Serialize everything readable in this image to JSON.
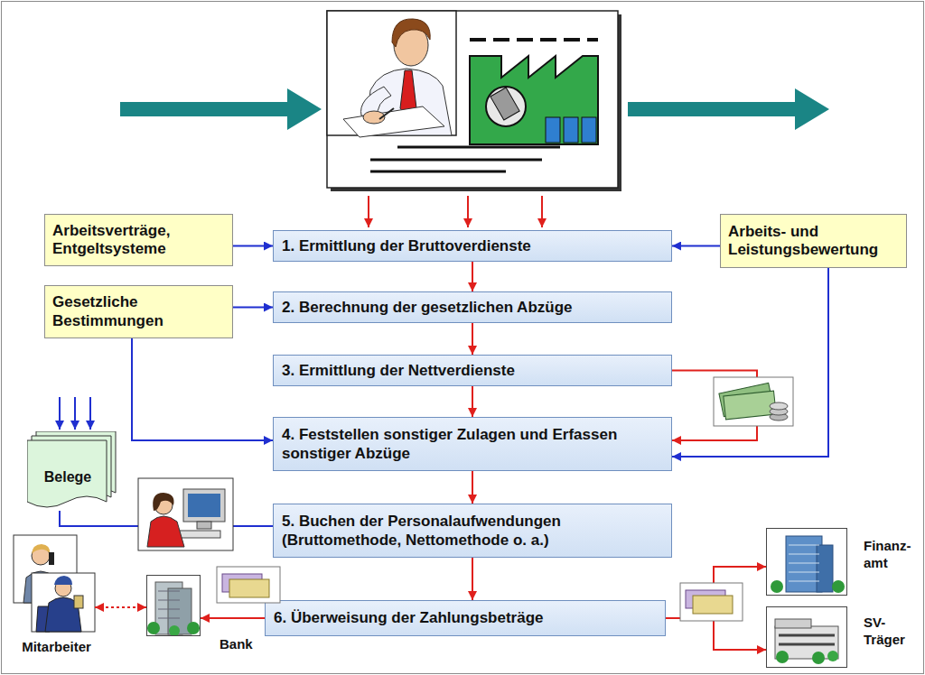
{
  "diagram": {
    "nodes": [
      {
        "text": [
          "Arbeitsverträge, Entgeltsysteme"
        ]
      },
      {
        "text": [
          "1. Ermittlung der Bruttoverdienste"
        ]
      },
      {
        "text": [
          "Arbeits- und Leistungsbewertung"
        ]
      },
      {
        "text": [
          "Gesetzliche Bestimmungen"
        ]
      },
      {
        "text": [
          "2. Berechnung der gesetzlichen Abzüge"
        ]
      },
      {
        "text": [
          "3. Ermittlung der Nettverdienste"
        ]
      },
      {
        "text": [
          "Belege"
        ]
      },
      {
        "text": [
          "4. Feststellen sonstiger Zulagen und Erfassen sonstiger Abzüge"
        ]
      },
      {
        "text": [
          "5. Buchen der Personalaufwendungen (Bruttomethode, Nettomethode o. a.)"
        ]
      },
      {
        "text": [
          "Finanz- amt"
        ]
      },
      {
        "text": [
          "Mitarbeiter"
        ]
      },
      {
        "text": [
          "Bank"
        ]
      },
      {
        "text": [
          "6. Überweisung der Zahlungsbeträge"
        ]
      },
      {
        "text": [
          "SV- Träger"
        ]
      }
    ],
    "edges": [
      {
        "from": 0,
        "to": 1,
        "arrow": "to"
      },
      {
        "from": 2,
        "to": 1,
        "arrow": "to"
      },
      {
        "from": 1,
        "to": 4,
        "arrow": "to"
      },
      {
        "from": 3,
        "to": 4,
        "arrow": "to"
      },
      {
        "from": 4,
        "to": 5,
        "arrow": "to"
      },
      {
        "from": 5,
        "to": 7,
        "arrow": "to"
      },
      {
        "from": 5,
        "to": 7,
        "arrow": "to"
      },
      {
        "from": 3,
        "to": 7,
        "arrow": "to"
      },
      {
        "from": 2,
        "to": 7,
        "arrow": "to"
      },
      {
        "from": 7,
        "to": 8,
        "arrow": "to"
      },
      {
        "from": 6,
        "to": 8,
        "arrow": "none"
      },
      {
        "from": 8,
        "to": 12,
        "arrow": "to"
      },
      {
        "from": 12,
        "to": 11,
        "arrow": "to"
      },
      {
        "from": 11,
        "to": 10,
        "arrow": "both"
      },
      {
        "from": 12,
        "to": 9,
        "arrow": "to"
      },
      {
        "from": 12,
        "to": 13,
        "arrow": "to"
      }
    ]
  }
}
